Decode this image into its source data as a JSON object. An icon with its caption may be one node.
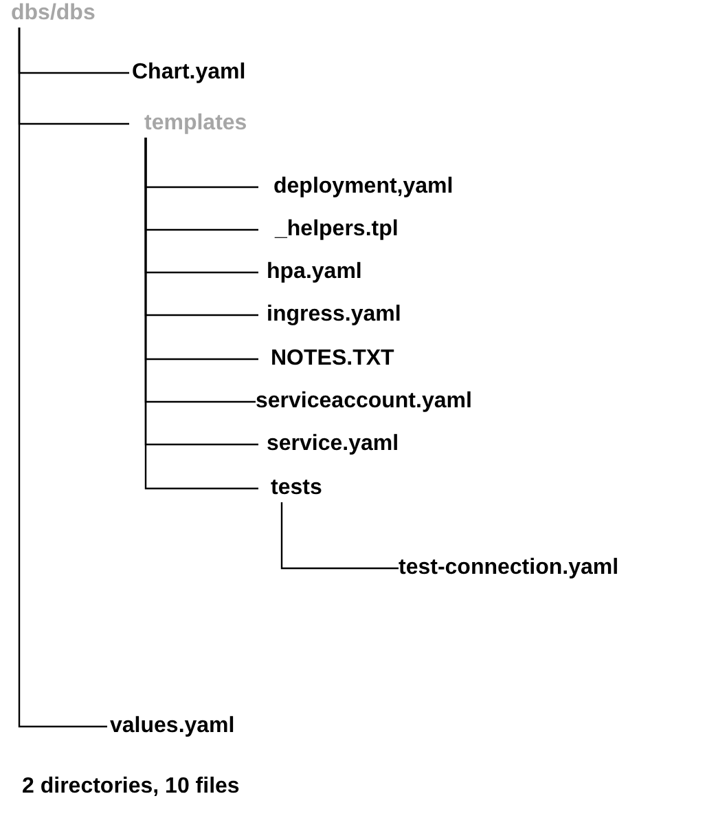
{
  "diagram": {
    "caption": "2 directories, 10 files",
    "nodes": [
      {
        "text": [
          "dbs/dbs"
        ]
      },
      {
        "text": [
          "Chart.yaml"
        ]
      },
      {
        "text": [
          "templates"
        ]
      },
      {
        "text": [
          "deployment,yaml"
        ]
      },
      {
        "text": [
          "_helpers.tpl"
        ]
      },
      {
        "text": [
          "hpa.yaml"
        ]
      },
      {
        "text": [
          "ingress.yaml"
        ]
      },
      {
        "text": [
          "NOTES.TXT"
        ]
      },
      {
        "text": [
          "serviceaccount.yaml"
        ]
      },
      {
        "text": [
          "service.yaml"
        ]
      },
      {
        "text": [
          "tests"
        ]
      },
      {
        "text": [
          "test-connection.yaml"
        ]
      },
      {
        "text": [
          "values.yaml"
        ]
      }
    ],
    "edges": [
      {
        "from": 0,
        "to": 1,
        "arrow": "none"
      },
      {
        "from": 0,
        "to": 2,
        "arrow": "none"
      },
      {
        "from": 2,
        "to": 3,
        "arrow": "none"
      },
      {
        "from": 2,
        "to": 4,
        "arrow": "none"
      },
      {
        "from": 2,
        "to": 5,
        "arrow": "none"
      },
      {
        "from": 2,
        "to": 6,
        "arrow": "none"
      },
      {
        "from": 2,
        "to": 7,
        "arrow": "none"
      },
      {
        "from": 2,
        "to": 8,
        "arrow": "none"
      },
      {
        "from": 2,
        "to": 9,
        "arrow": "none"
      },
      {
        "from": 2,
        "to": 10,
        "arrow": "none"
      },
      {
        "from": 10,
        "to": 11,
        "arrow": "none"
      },
      {
        "from": 0,
        "to": 12,
        "arrow": "none"
      }
    ]
  }
}
